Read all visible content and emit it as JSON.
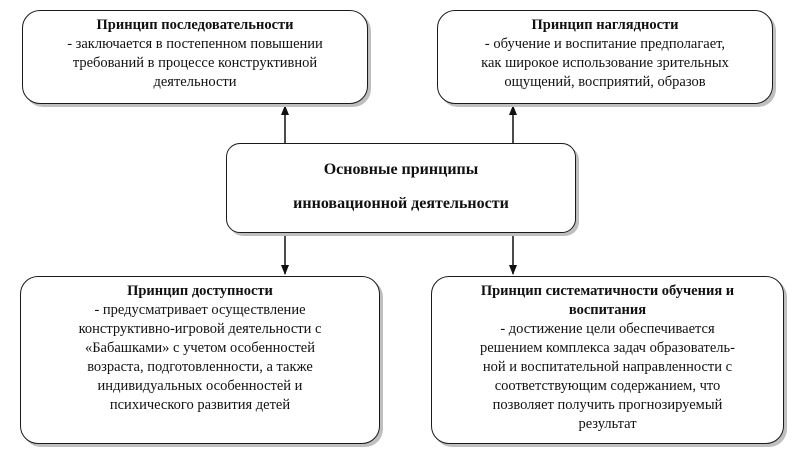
{
  "diagram": {
    "center": {
      "line1": "Основные принципы",
      "line2": "инновационной деятельности"
    },
    "nodes": {
      "sequence": {
        "title": "Принцип последовательности",
        "body": "- заключается в постепенном повышении\nтребований в процессе конструктивной\nдеятельности"
      },
      "visual": {
        "title": "Принцип наглядности",
        "body": "- обучение и воспитание предполагает,\nкак широкое использование зрительных\nощущений, восприятий, образов"
      },
      "access": {
        "title": "Принцип доступности",
        "body": "- предусматривает осуществление\nконструктивно-игровой деятельности с\n«Бабашками» с учетом особенностей\nвозраста, подготовленности, а также\nиндивидуальных особенностей и\nпсихического развития детей"
      },
      "system": {
        "title": "Принцип систематичности обучения и\nвоспитания",
        "body": "- достижение цели обеспечивается\nрешением комплекса задач образователь-\nной и воспитательной направленности с\nсоответствующим содержанием, что\nпозволяет получить прогнозируемый\nрезультат"
      }
    },
    "colors": {
      "stroke": "#1a1a1a",
      "shadow": "#bfbfbf"
    }
  }
}
